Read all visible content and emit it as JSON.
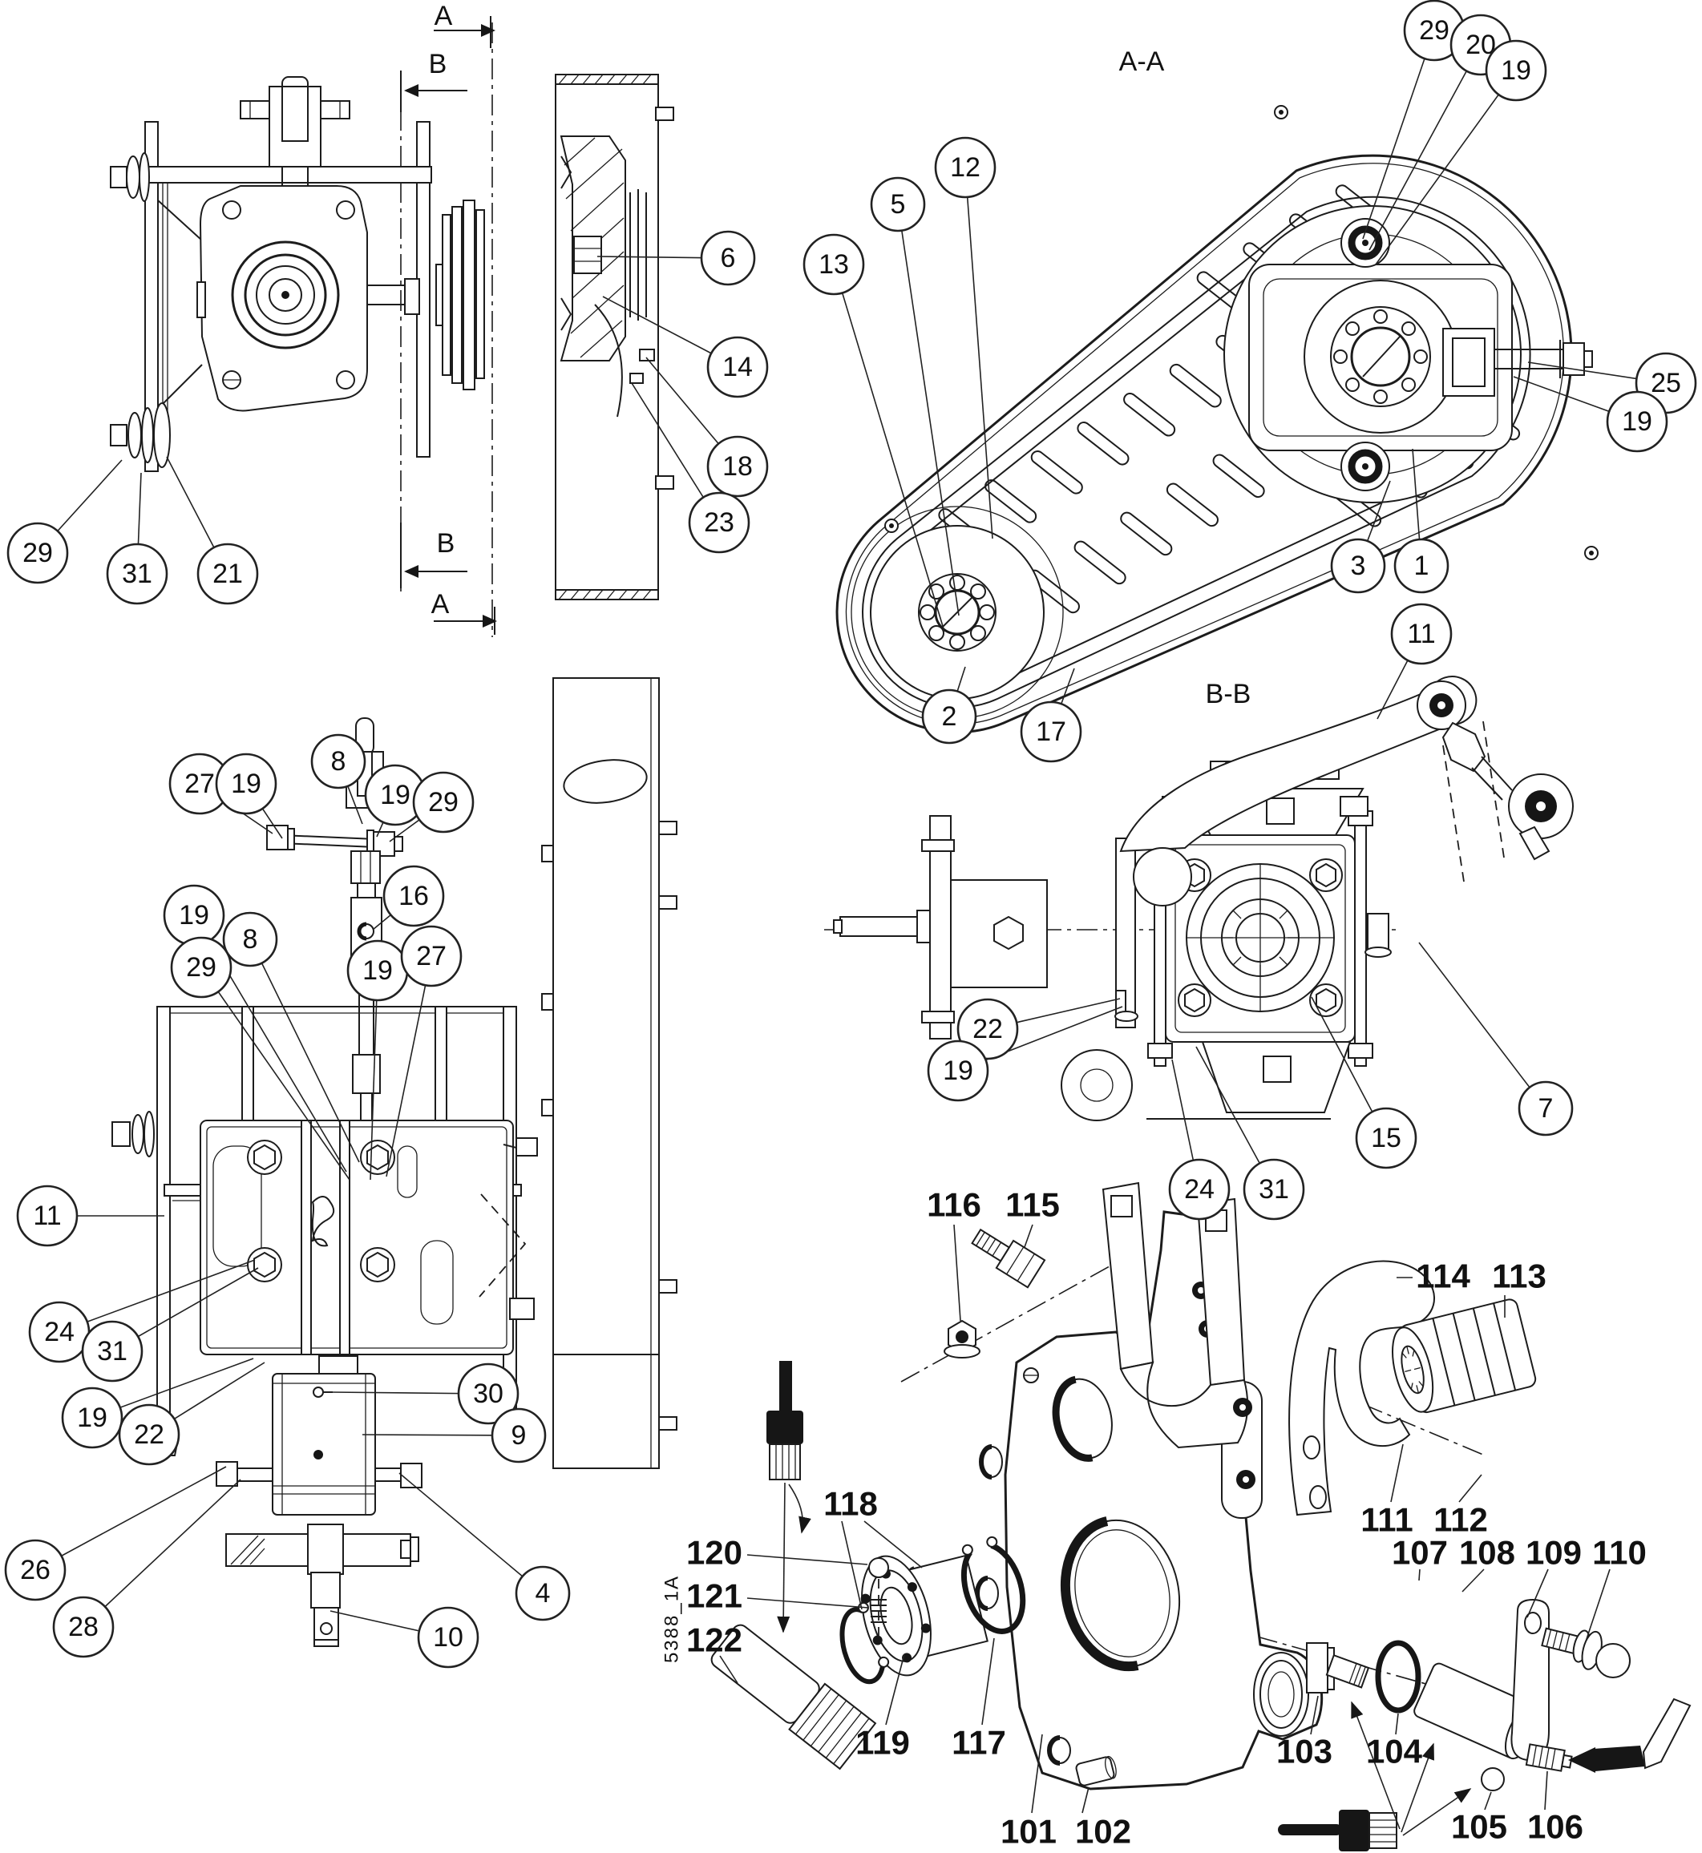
{
  "section_labels": {
    "aa": "A-A",
    "bb": "B-B"
  },
  "section_markers": {
    "a": "A",
    "b": "B"
  },
  "drawing_number": "5388_1A",
  "callouts": [
    {
      "n": "29"
    },
    {
      "n": "31"
    },
    {
      "n": "21"
    },
    {
      "n": "6"
    },
    {
      "n": "14"
    },
    {
      "n": "18"
    },
    {
      "n": "23"
    },
    {
      "n": "27"
    },
    {
      "n": "19"
    },
    {
      "n": "8"
    },
    {
      "n": "19"
    },
    {
      "n": "29"
    },
    {
      "n": "16"
    },
    {
      "n": "19"
    },
    {
      "n": "29"
    },
    {
      "n": "8"
    },
    {
      "n": "19"
    },
    {
      "n": "27"
    },
    {
      "n": "11"
    },
    {
      "n": "24"
    },
    {
      "n": "31"
    },
    {
      "n": "19"
    },
    {
      "n": "22"
    },
    {
      "n": "30"
    },
    {
      "n": "9"
    },
    {
      "n": "26"
    },
    {
      "n": "28"
    },
    {
      "n": "4"
    },
    {
      "n": "10"
    },
    {
      "n": "13"
    },
    {
      "n": "5"
    },
    {
      "n": "12"
    },
    {
      "n": "29"
    },
    {
      "n": "20"
    },
    {
      "n": "19"
    },
    {
      "n": "25"
    },
    {
      "n": "19"
    },
    {
      "n": "3"
    },
    {
      "n": "1"
    },
    {
      "n": "2"
    },
    {
      "n": "17"
    },
    {
      "n": "11"
    },
    {
      "n": "22"
    },
    {
      "n": "19"
    },
    {
      "n": "24"
    },
    {
      "n": "31"
    },
    {
      "n": "15"
    },
    {
      "n": "7"
    }
  ],
  "part_labels": [
    {
      "n": "116"
    },
    {
      "n": "115"
    },
    {
      "n": "114"
    },
    {
      "n": "113"
    },
    {
      "n": "111"
    },
    {
      "n": "112"
    },
    {
      "n": "107"
    },
    {
      "n": "108"
    },
    {
      "n": "109"
    },
    {
      "n": "110"
    },
    {
      "n": "118"
    },
    {
      "n": "120"
    },
    {
      "n": "121"
    },
    {
      "n": "122"
    },
    {
      "n": "119"
    },
    {
      "n": "117"
    },
    {
      "n": "101"
    },
    {
      "n": "102"
    },
    {
      "n": "103"
    },
    {
      "n": "104"
    },
    {
      "n": "105"
    },
    {
      "n": "106"
    }
  ]
}
